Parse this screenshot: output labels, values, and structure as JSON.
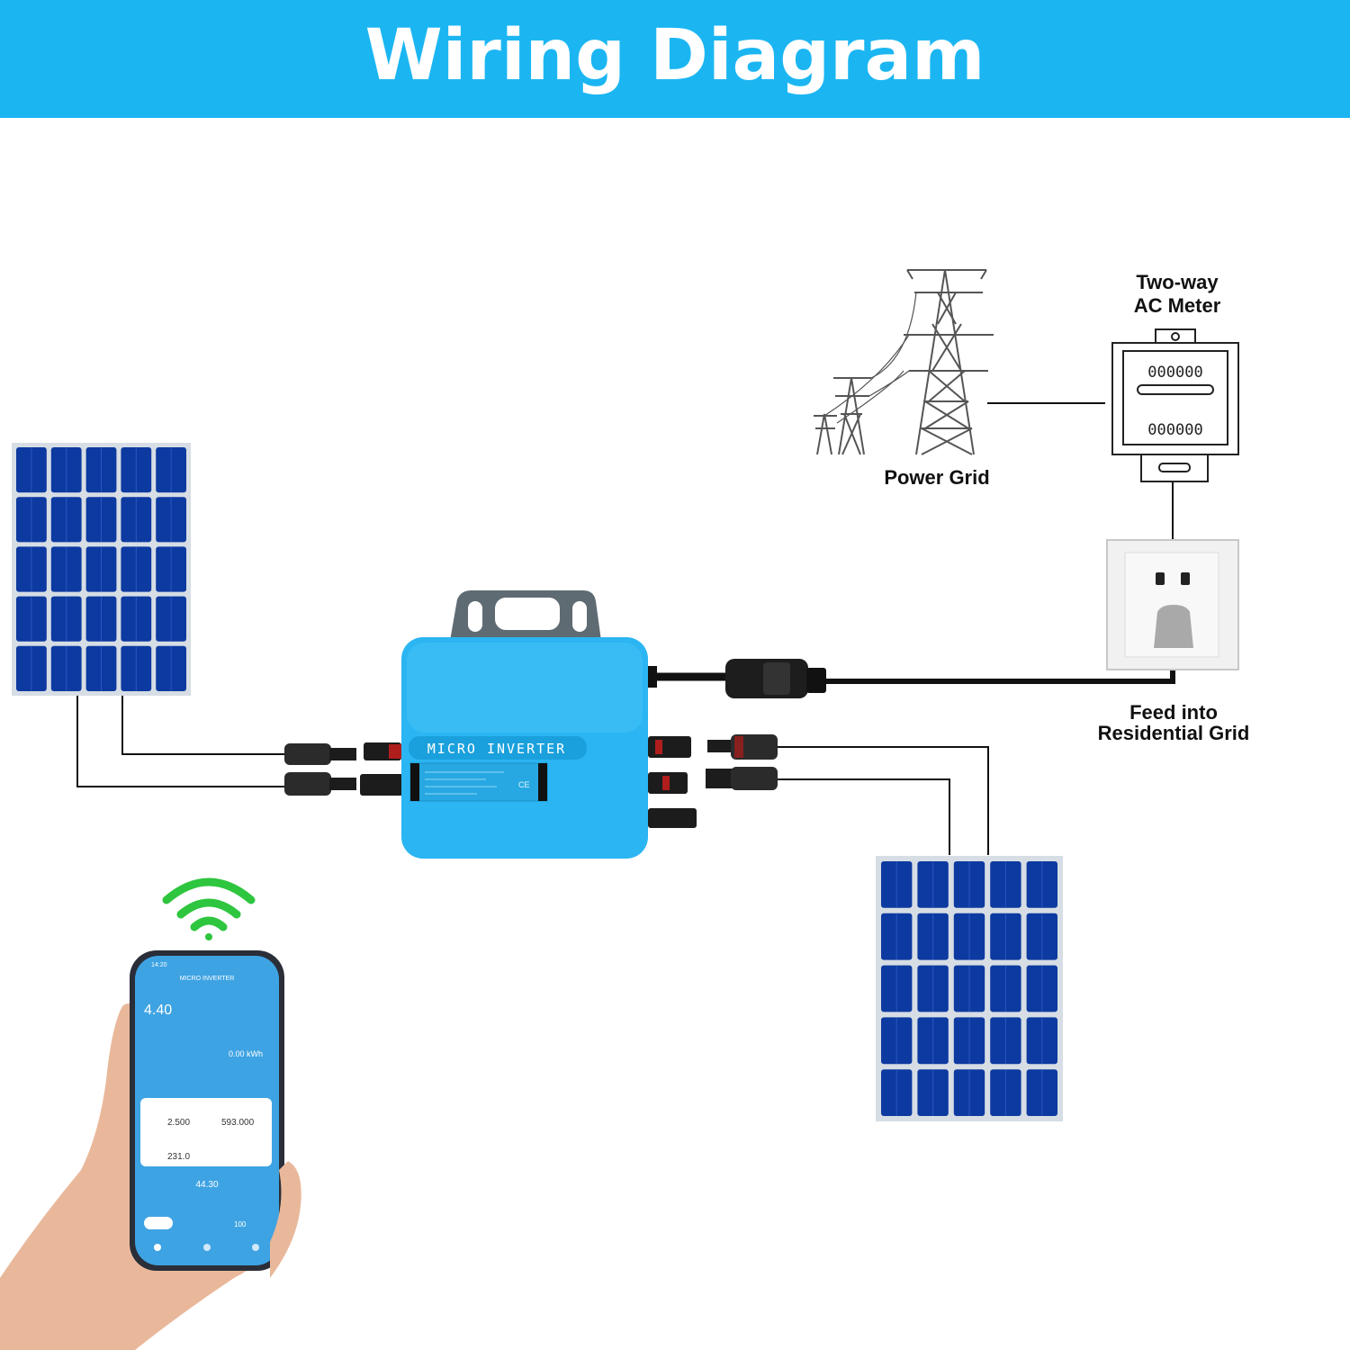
{
  "banner": {
    "title": "Wiring Diagram",
    "color": "#1bb6f2"
  },
  "labels": {
    "meter": [
      "Two-way",
      "AC Meter"
    ],
    "grid": "Power Grid",
    "feed": [
      "Feed into",
      "Residential Grid"
    ]
  },
  "inverter": {
    "name": "MICRO INVERTER",
    "body_color": "#2bb5f2",
    "bracket_color": "#5f6b73"
  },
  "meter": {
    "top_digits": "000000",
    "bottom_digits": "000000"
  },
  "panel_color": "#0d3aa0",
  "phone": {
    "time": "14:20",
    "app_title": "MICRO INVERTER",
    "main_value": "4.40",
    "energy": "0.00 kWh",
    "card_values": [
      "2.500",
      "593.000",
      "231.0"
    ],
    "bottom_value": "44.30",
    "slider_value": "100"
  },
  "icons": [
    "wifi-icon",
    "power-tower-icon",
    "wall-socket-icon",
    "ce-mark-icon"
  ]
}
